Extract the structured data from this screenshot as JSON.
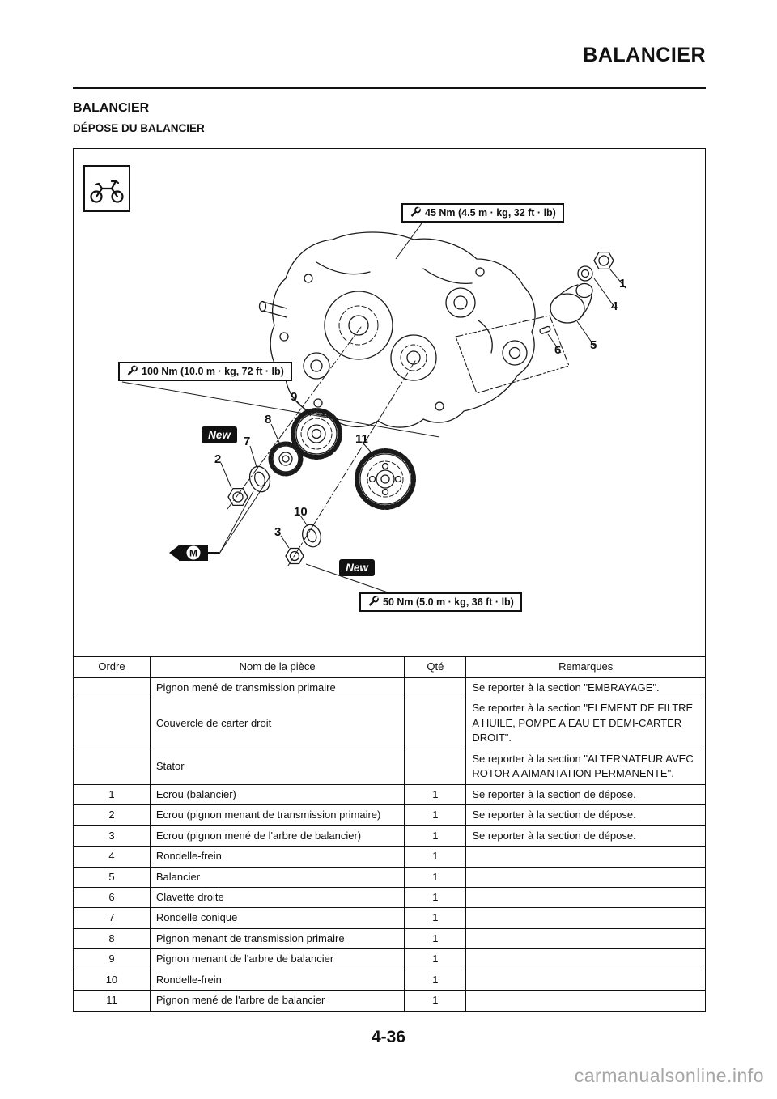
{
  "page": {
    "header_title": "BALANCIER",
    "section_title": "BALANCIER",
    "subsection_title": "DÉPOSE DU BALANCIER",
    "page_number": "4-36",
    "watermark": "carmanualsonline.info"
  },
  "figure": {
    "torque_specs": {
      "top": "45 Nm (4.5 m · kg, 32 ft · lb)",
      "left": "100 Nm (10.0 m · kg, 72 ft · lb)",
      "bottom": "50 Nm (5.0 m · kg, 36 ft · lb)"
    },
    "new_badges": [
      "New",
      "New"
    ],
    "grease_mark": "M",
    "callouts": [
      "1",
      "4",
      "5",
      "6",
      "9",
      "8",
      "7",
      "2",
      "11",
      "10",
      "3"
    ]
  },
  "table": {
    "headers": [
      "Ordre",
      "Nom de la pièce",
      "Qté",
      "Remarques"
    ],
    "rows": [
      {
        "ordre": "",
        "nom": "Pignon mené de transmission primaire",
        "qte": "",
        "remarques": "Se reporter à la section \"EMBRAYAGE\"."
      },
      {
        "ordre": "",
        "nom": "Couvercle de carter droit",
        "qte": "",
        "remarques": "Se reporter à la section \"ELEMENT DE FILTRE A HUILE, POMPE A EAU ET DEMI-CARTER DROIT\"."
      },
      {
        "ordre": "",
        "nom": "Stator",
        "qte": "",
        "remarques": "Se reporter à la section \"ALTERNATEUR AVEC ROTOR A AIMANTATION PERMANENTE\"."
      },
      {
        "ordre": "1",
        "nom": "Ecrou (balancier)",
        "qte": "1",
        "remarques": "Se reporter à la section de dépose."
      },
      {
        "ordre": "2",
        "nom": "Ecrou (pignon menant de transmission primaire)",
        "qte": "1",
        "remarques": "Se reporter à la section de dépose."
      },
      {
        "ordre": "3",
        "nom": "Ecrou (pignon mené de l'arbre de balancier)",
        "qte": "1",
        "remarques": "Se reporter à la section de dépose."
      },
      {
        "ordre": "4",
        "nom": "Rondelle-frein",
        "qte": "1",
        "remarques": ""
      },
      {
        "ordre": "5",
        "nom": "Balancier",
        "qte": "1",
        "remarques": ""
      },
      {
        "ordre": "6",
        "nom": "Clavette droite",
        "qte": "1",
        "remarques": ""
      },
      {
        "ordre": "7",
        "nom": "Rondelle conique",
        "qte": "1",
        "remarques": ""
      },
      {
        "ordre": "8",
        "nom": "Pignon menant de transmission primaire",
        "qte": "1",
        "remarques": ""
      },
      {
        "ordre": "9",
        "nom": "Pignon menant de l'arbre de balancier",
        "qte": "1",
        "remarques": ""
      },
      {
        "ordre": "10",
        "nom": "Rondelle-frein",
        "qte": "1",
        "remarques": ""
      },
      {
        "ordre": "11",
        "nom": "Pignon mené de l'arbre de balancier",
        "qte": "1",
        "remarques": ""
      }
    ]
  }
}
